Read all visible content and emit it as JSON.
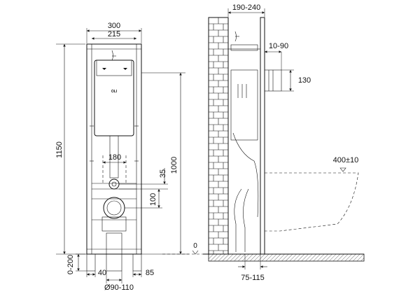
{
  "front_view": {
    "dims": {
      "width_total": "300",
      "width_inner": "215",
      "height_total": "1150",
      "height_frame": "1000",
      "pipe_spacing": "180",
      "flush_gap": "35",
      "outlet_height": "100",
      "foot_range": "0-200",
      "foot_offset": "40",
      "foot_width": "85",
      "outlet_diameter": "Ø90-110"
    },
    "brand": "OLI",
    "floor_mark": "0"
  },
  "side_view": {
    "dims": {
      "depth_range": "190-240",
      "pipe_depth": "10-90",
      "pipe_height": "130",
      "bowl_height": "400±10",
      "bottom_range": "75-115"
    }
  },
  "colors": {
    "line": "#111111",
    "brick_fill": "#e8e8e8",
    "floor_fill": "#cfcfcf"
  }
}
